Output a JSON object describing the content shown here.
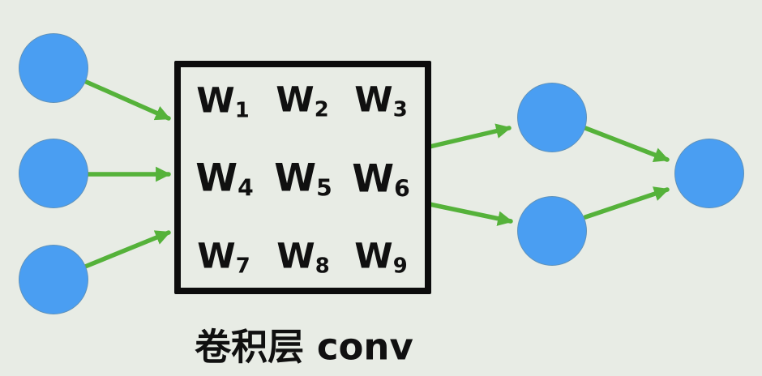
{
  "colors": {
    "background": "#e8ece5",
    "node": "#4a9ef2",
    "arrow": "#55b23a",
    "line": "#0c0c0c",
    "text": "#101010"
  },
  "kernel": {
    "weights": [
      {
        "base": "W",
        "sub": "1"
      },
      {
        "base": "W",
        "sub": "2"
      },
      {
        "base": "W",
        "sub": "3"
      },
      {
        "base": "W",
        "sub": "4"
      },
      {
        "base": "W",
        "sub": "5"
      },
      {
        "base": "W",
        "sub": "6"
      },
      {
        "base": "W",
        "sub": "7"
      },
      {
        "base": "W",
        "sub": "8"
      },
      {
        "base": "W",
        "sub": "9"
      }
    ]
  },
  "caption": "卷积层 conv"
}
